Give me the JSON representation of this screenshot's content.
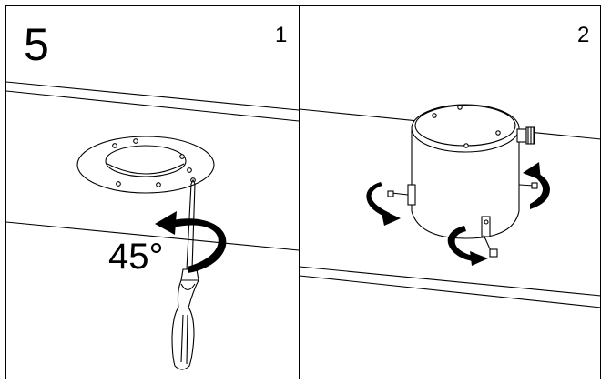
{
  "step": {
    "number": "5"
  },
  "panels": [
    {
      "number": "1",
      "annotation": "45°"
    },
    {
      "number": "2"
    }
  ]
}
